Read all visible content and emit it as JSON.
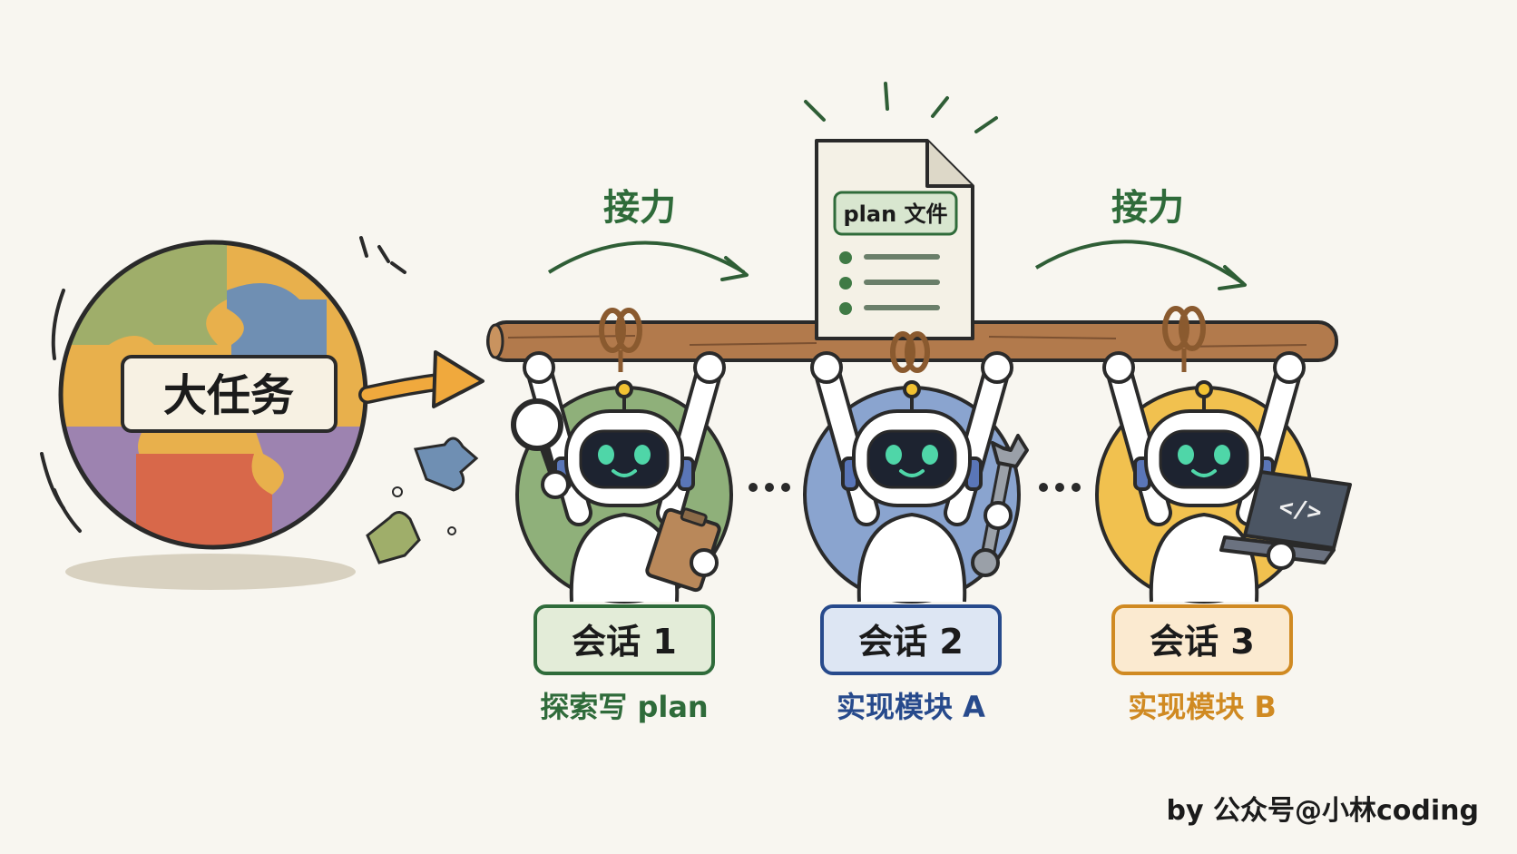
{
  "big_task": {
    "label": "大任务"
  },
  "relay": {
    "left_label": "接力",
    "right_label": "接力"
  },
  "plan_doc": {
    "label": "plan 文件"
  },
  "sessions": [
    {
      "title": "会话 1",
      "subtitle": "探索写 plan",
      "color": "#2f6b3a",
      "fill": "#e3ecd8",
      "circle": "#8fb07a"
    },
    {
      "title": "会话 2",
      "subtitle": "实现模块 A",
      "color": "#274a8c",
      "fill": "#dde6f3",
      "circle": "#8aa4cf"
    },
    {
      "title": "会话 3",
      "subtitle": "实现模块 B",
      "color": "#d08a22",
      "fill": "#fbead0",
      "circle": "#f1c14f"
    }
  ],
  "icons": {
    "session1_tool": "magnifier-icon",
    "session1_item": "clipboard-icon",
    "session2_tool": "wrench-icon",
    "session3_tool": "laptop-code-icon",
    "laptop_glyph": "</>"
  },
  "credit": "by 公众号@小林coding"
}
